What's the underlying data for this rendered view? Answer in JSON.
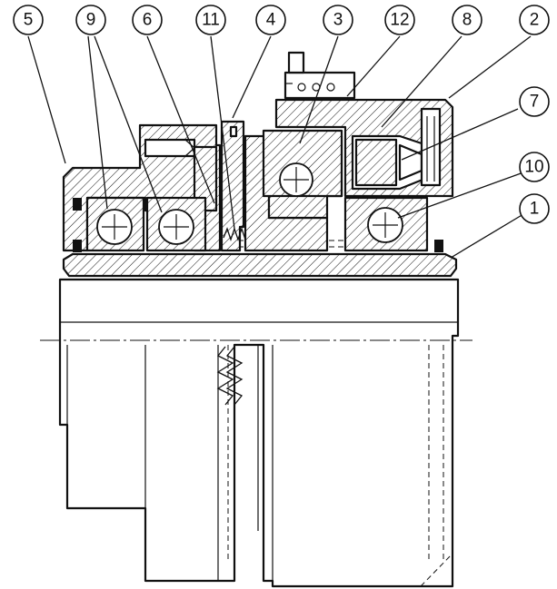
{
  "callouts": [
    {
      "id": "c5",
      "label": "5"
    },
    {
      "id": "c9",
      "label": "9"
    },
    {
      "id": "c6",
      "label": "6"
    },
    {
      "id": "c11",
      "label": "11"
    },
    {
      "id": "c4",
      "label": "4"
    },
    {
      "id": "c3",
      "label": "3"
    },
    {
      "id": "c12",
      "label": "12"
    },
    {
      "id": "c8",
      "label": "8"
    },
    {
      "id": "c2",
      "label": "2"
    },
    {
      "id": "c7",
      "label": "7"
    },
    {
      "id": "c10",
      "label": "10"
    },
    {
      "id": "c1",
      "label": "1"
    }
  ]
}
